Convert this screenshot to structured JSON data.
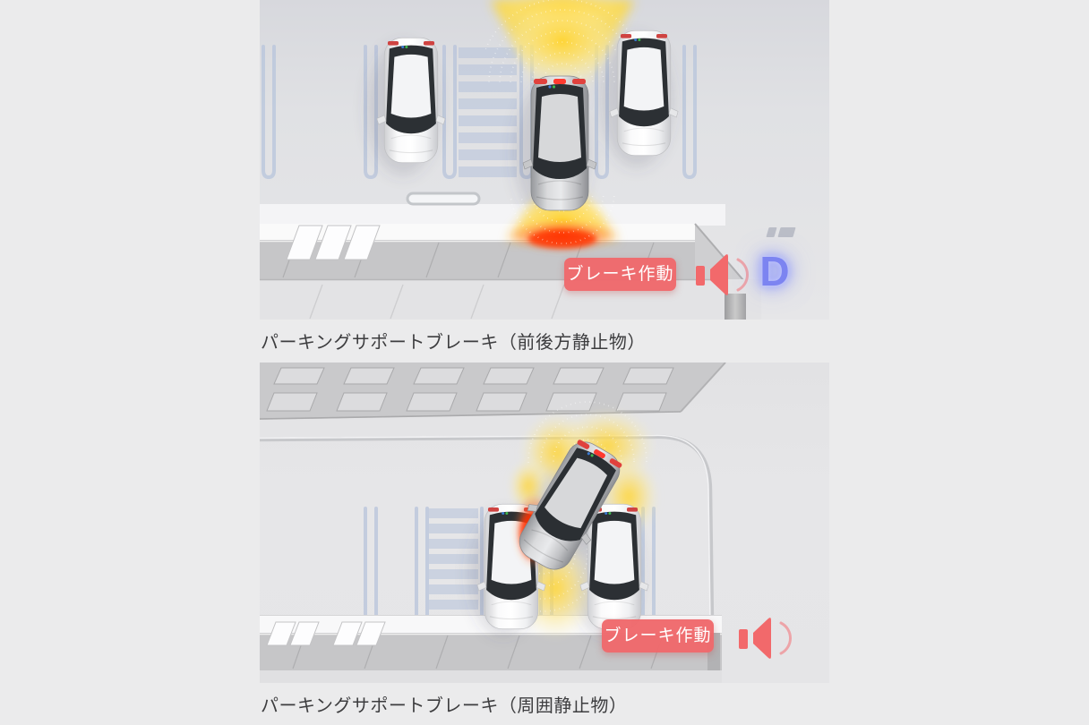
{
  "page": {
    "background_color": "#ebebec",
    "description_visible_text_only": true
  },
  "figures": [
    {
      "id": "parking-support-brake-front-rear",
      "caption": "パーキングサポートブレーキ（前後方静止物）",
      "alert_badge_label": "ブレーキ作動",
      "shift_indicator": "D",
      "icons": {
        "alert_sound": "speaker-icon",
        "sensor_wave": "sensor-wave-glow",
        "warning_zone": "warning-red-glow"
      }
    },
    {
      "id": "parking-support-brake-surround",
      "caption": "パーキングサポートブレーキ（周囲静止物）",
      "alert_badge_label": "ブレーキ作動",
      "icons": {
        "alert_sound": "speaker-icon",
        "sensor_wave": "sensor-wave-glow",
        "warning_zone": "warning-red-glow"
      }
    }
  ],
  "colors": {
    "alert_badge_bg": "#ef686b",
    "alert_badge_text": "#ffffff",
    "sensor_wave_yellow": "#ffd836",
    "warning_red": "#ff3200",
    "shift_indicator_blue": "#7c84f1",
    "parking_line_blue": "#b6c3db",
    "caption_text": "#3d3d3f"
  }
}
